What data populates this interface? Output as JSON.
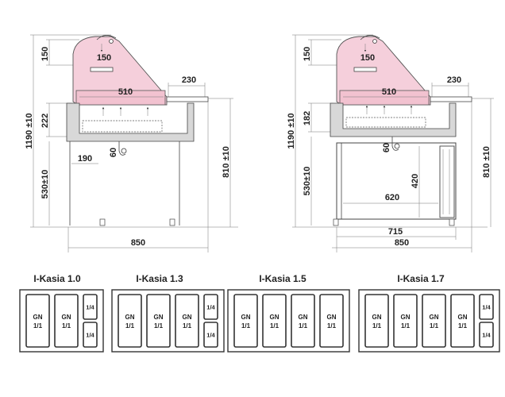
{
  "diagram": {
    "left_view": {
      "dim_labels": {
        "top_height": "150",
        "lamp_width": "150",
        "shelf_width": "510",
        "shelf_right": "230",
        "total_height": "1190 ±10",
        "tub_depth": "222",
        "counter_height": "530±10",
        "inner_gap": "190",
        "drain": "60",
        "right_height": "810 ±10",
        "total_width": "850"
      }
    },
    "right_view": {
      "dim_labels": {
        "top_height": "150",
        "lamp_width": "150",
        "shelf_width": "510",
        "shelf_right": "230",
        "total_height": "1190 ±10",
        "tub_depth": "182",
        "counter_height": "530±10",
        "drain": "60",
        "cabinet_height": "420",
        "cabinet_width": "620",
        "base_width": "715",
        "total_width": "850",
        "right_height": "810 ±10"
      }
    },
    "variants": [
      {
        "title": "I-Kasia 1.0",
        "gn_count": 2,
        "quarter": true
      },
      {
        "title": "I-Kasia 1.3",
        "gn_count": 3,
        "quarter": true
      },
      {
        "title": "I-Kasia 1.5",
        "gn_count": 4,
        "quarter": false
      },
      {
        "title": "I-Kasia 1.7",
        "gn_count": 4,
        "quarter": true
      }
    ],
    "pan_labels": {
      "gn_line1": "GN",
      "gn_line2": "1/1",
      "quarter": "1/4"
    }
  }
}
